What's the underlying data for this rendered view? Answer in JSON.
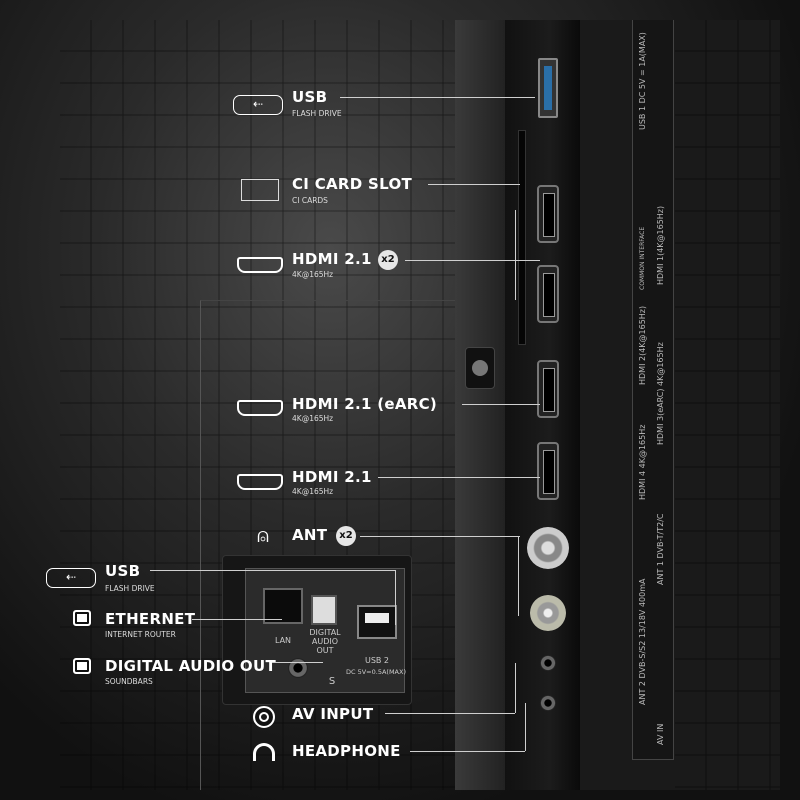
{
  "callouts": {
    "usb_top": {
      "title": "USB",
      "subtitle": "FLASH DRIVE",
      "icon": "usb-icon"
    },
    "ci_card": {
      "title": "CI CARD SLOT",
      "subtitle": "CI CARDS",
      "icon": "card-slot-icon"
    },
    "hdmi_x2": {
      "title": "HDMI 2.1",
      "subtitle": "4K@165Hz",
      "badge": "x2",
      "icon": "hdmi-icon"
    },
    "hdmi_earc": {
      "title": "HDMI 2.1 (eARC)",
      "subtitle": "4K@165Hz",
      "icon": "hdmi-icon"
    },
    "hdmi": {
      "title": "HDMI 2.1",
      "subtitle": "4K@165Hz",
      "icon": "hdmi-icon"
    },
    "ant": {
      "title": "ANT",
      "badge": "x2",
      "icon": "antenna-icon"
    },
    "usb_side": {
      "title": "USB",
      "subtitle": "FLASH DRIVE",
      "icon": "usb-icon"
    },
    "ethernet": {
      "title": "ETHERNET",
      "subtitle": "INTERNET ROUTER",
      "icon": "ethernet-icon"
    },
    "digital_audio": {
      "title": "DIGITAL AUDIO OUT",
      "subtitle": "SOUNDBARS",
      "icon": "ethernet-icon"
    },
    "av_input": {
      "title": "AV INPUT",
      "icon": "av-icon"
    },
    "headphone": {
      "title": "HEADPHONE",
      "icon": "headphone-icon"
    }
  },
  "panel_print": {
    "lan": "LAN",
    "digital_audio": "DIGITAL AUDIO OUT",
    "usb2": "USB 2",
    "usb2_power": "DC 5V=0.5A(MAX)",
    "s": "S",
    "usb1": "USB 1  DC 5V = 1A(MAX)",
    "hdmi1": "HDMI 1(4K@165Hz)",
    "hdmi2": "HDMI 2(4K@165Hz)",
    "hdmi3": "HDMI 3(eARC) 4K@165Hz",
    "hdmi4": "HDMI 4 4K@165Hz",
    "ant1": "ANT 1 DVB-T/T2/C",
    "ant2": "ANT 2 DVB-S/S2 13/18V 400mA",
    "av_in": "AV IN",
    "common_interface": "COMMON INTERFACE"
  }
}
